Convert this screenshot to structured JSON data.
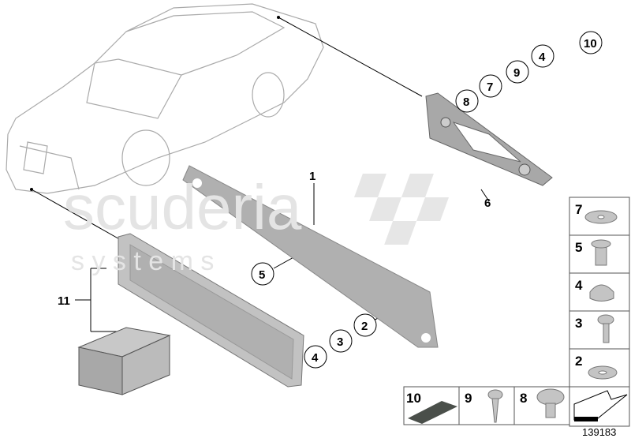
{
  "watermark": {
    "line1": "scuderia",
    "line2": "s y s t e m s"
  },
  "diagram_id": "139183",
  "callouts": [
    {
      "num": "1",
      "part": "license-plate-base"
    },
    {
      "num": "2"
    },
    {
      "num": "3"
    },
    {
      "num": "4"
    },
    {
      "num": "5"
    },
    {
      "num": "6",
      "part": "rear-plate-holder"
    },
    {
      "num": "7"
    },
    {
      "num": "8"
    },
    {
      "num": "9"
    },
    {
      "num": "10"
    },
    {
      "num": "11",
      "part": "front-plate-holder-kit"
    }
  ],
  "legend_right": [
    {
      "num": "7",
      "part": "washer"
    },
    {
      "num": "5",
      "part": "rivet-nut"
    },
    {
      "num": "4",
      "part": "cap"
    },
    {
      "num": "3",
      "part": "screw"
    },
    {
      "num": "2",
      "part": "washer"
    }
  ],
  "legend_bottom": [
    {
      "num": "10",
      "part": "pad"
    },
    {
      "num": "9",
      "part": "tapping-screw"
    },
    {
      "num": "8",
      "part": "expanding-rivet"
    }
  ],
  "colors": {
    "part_fill": "#b8b8b8",
    "part_dark": "#8a8a8a",
    "pad": "#4a4f4a",
    "line": "#000000",
    "watermark": "#e4e4e4"
  }
}
